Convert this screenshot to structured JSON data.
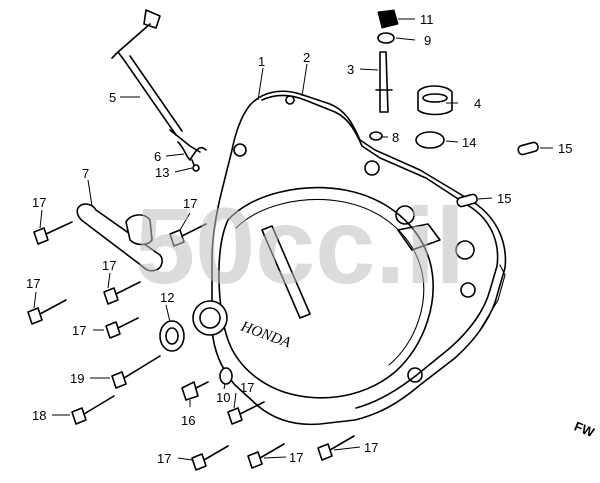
{
  "watermark": "50cc.il",
  "direction_label": "FW",
  "cover_lettering": "HONDA",
  "callouts": [
    {
      "id": "label-1",
      "text": "1"
    },
    {
      "id": "label-2",
      "text": "2"
    },
    {
      "id": "label-3",
      "text": "3"
    },
    {
      "id": "label-4",
      "text": "4"
    },
    {
      "id": "label-5",
      "text": "5"
    },
    {
      "id": "label-6",
      "text": "6"
    },
    {
      "id": "label-7",
      "text": "7"
    },
    {
      "id": "label-8",
      "text": "8"
    },
    {
      "id": "label-9",
      "text": "9"
    },
    {
      "id": "label-10",
      "text": "10"
    },
    {
      "id": "label-11",
      "text": "11"
    },
    {
      "id": "label-12",
      "text": "12"
    },
    {
      "id": "label-13",
      "text": "13"
    },
    {
      "id": "label-14",
      "text": "14"
    },
    {
      "id": "label-15",
      "text": "15"
    },
    {
      "id": "label-16",
      "text": "16"
    },
    {
      "id": "label-17",
      "text": "17"
    },
    {
      "id": "label-18",
      "text": "18"
    },
    {
      "id": "label-19",
      "text": "19"
    }
  ]
}
